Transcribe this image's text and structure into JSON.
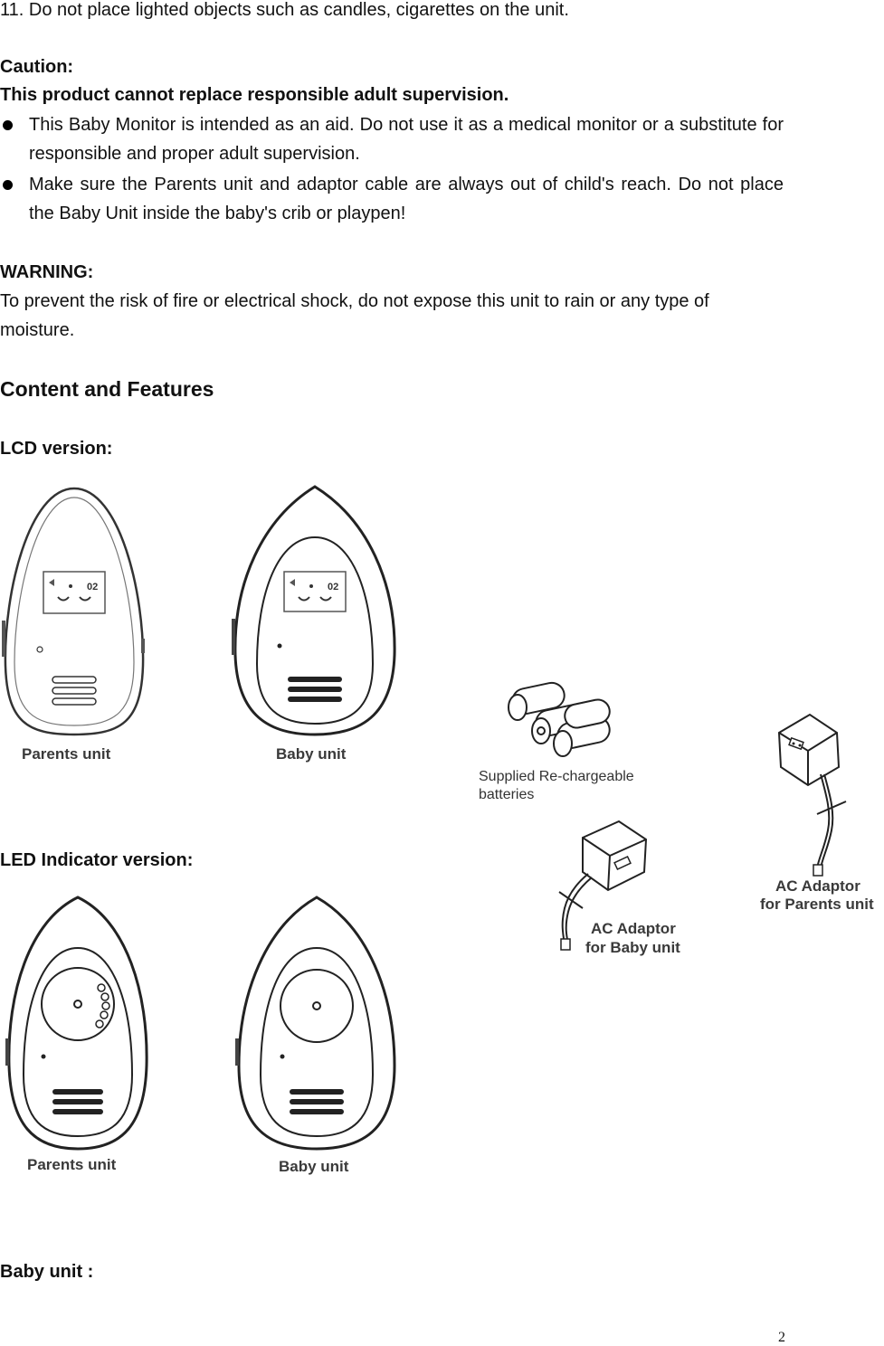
{
  "safety": {
    "item11": "11. Do not place lighted objects such as candles, cigarettes on the unit.",
    "caution_heading": "Caution:",
    "caution_sub": "This product cannot replace responsible adult supervision.",
    "bullets": [
      "This Baby Monitor is intended as an aid. Do not use it as a medical monitor or a substitute for responsible and proper adult supervision.",
      "Make sure the Parents unit and adaptor cable are always out of child's reach. Do not place the Baby Unit inside the baby's crib or playpen!"
    ],
    "warning_heading": "WARNING:",
    "warning_text": "To prevent the risk of fire or electrical shock, do not expose this unit to rain or any type of moisture."
  },
  "content": {
    "title": "Content and Features",
    "lcd_heading": "LCD version:",
    "led_heading": "LED Indicator version:",
    "baby_unit_heading": "Baby unit :"
  },
  "figures": {
    "lcd_parents_caption": "Parents unit",
    "lcd_baby_caption": "Baby unit",
    "led_parents_caption": "Parents unit",
    "led_baby_caption": "Baby unit",
    "batteries_caption_line1": "Supplied Re-chargeable",
    "batteries_caption_line2": "batteries",
    "adaptor_baby_line1": "AC Adaptor",
    "adaptor_baby_line2": "for Baby unit",
    "adaptor_parents_line1": "AC Adaptor",
    "adaptor_parents_line2": "for Parents unit",
    "lcd_display_digits": "02"
  },
  "footer": {
    "page_number": "2"
  }
}
